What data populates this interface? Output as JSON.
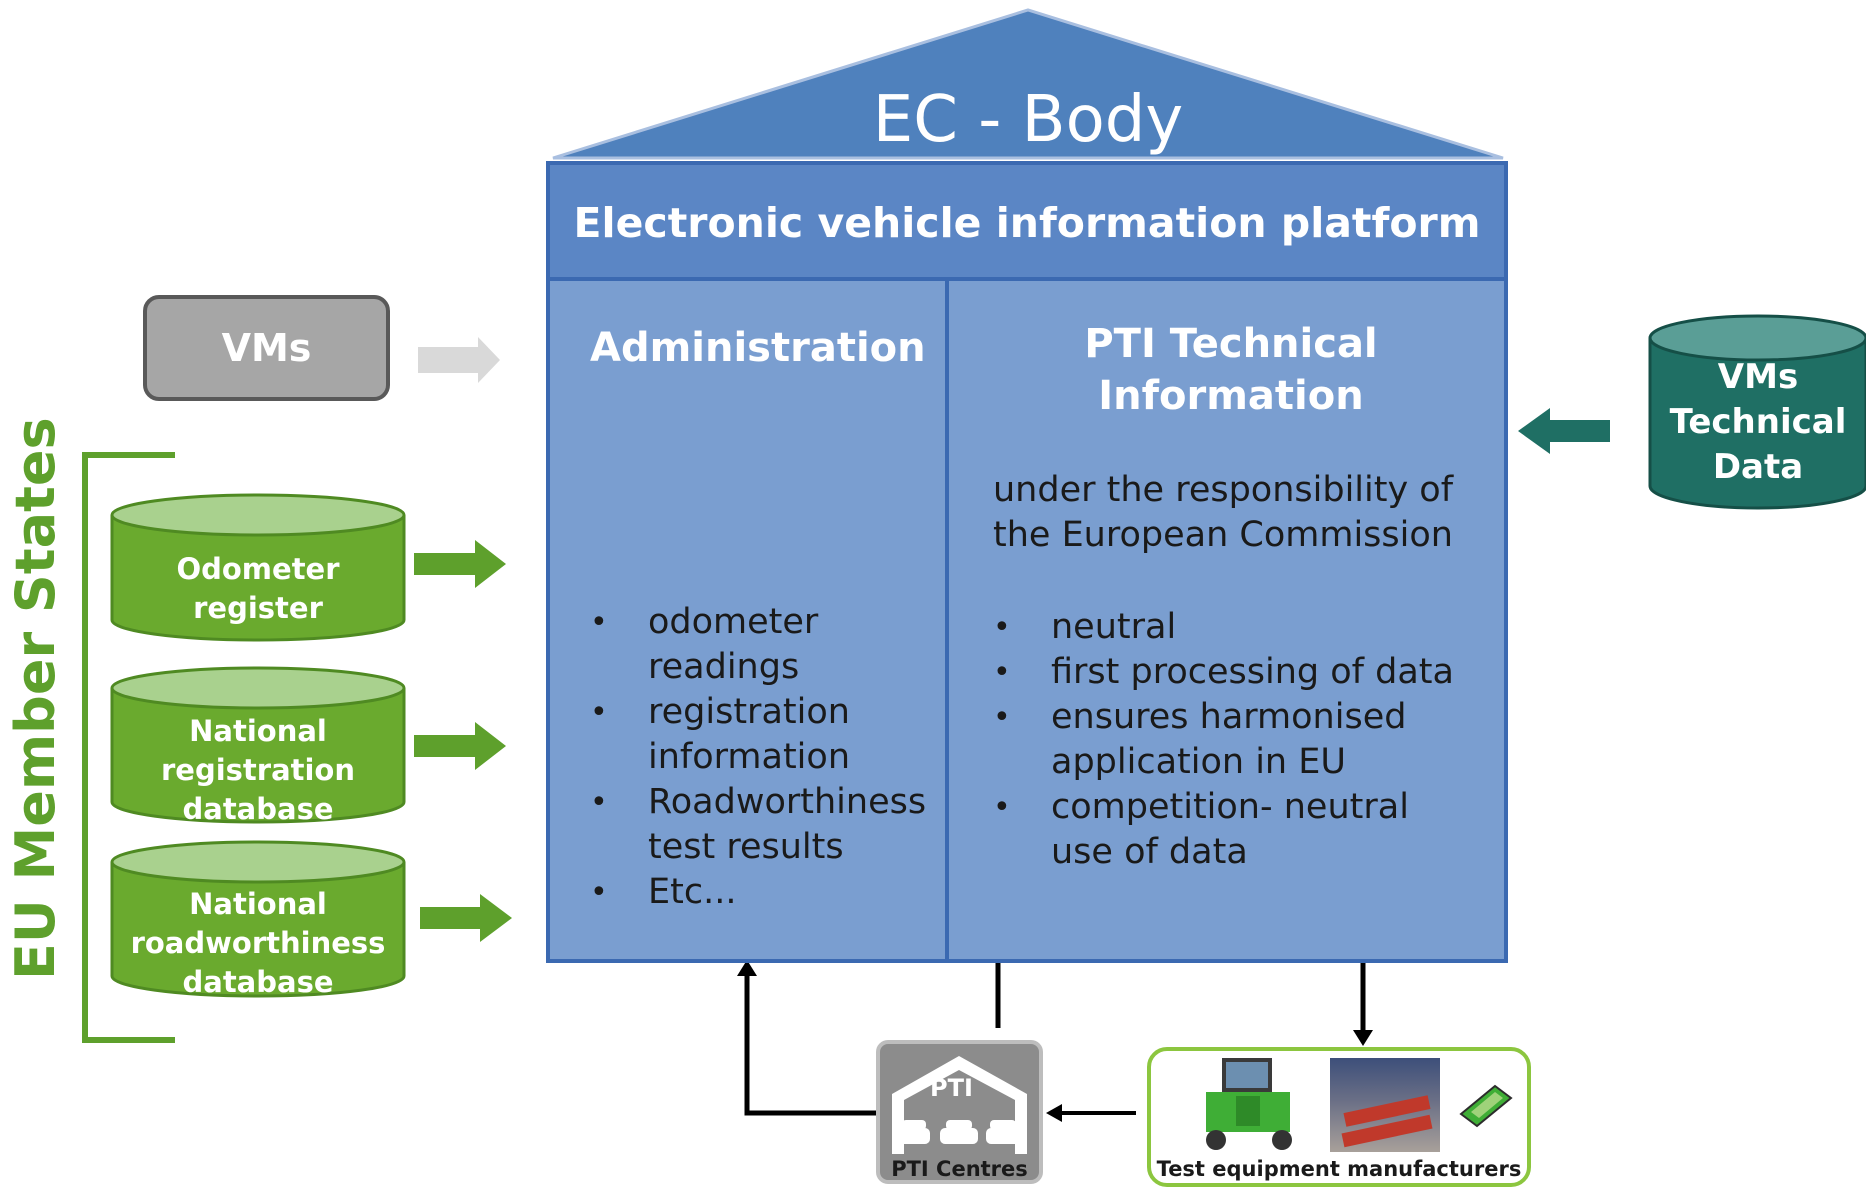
{
  "roof": {
    "title": "EC - Body"
  },
  "platform": {
    "title": "Electronic vehicle information platform",
    "administration": {
      "title": "Administration",
      "items": [
        "odometer readings",
        "registration information",
        "Roadworthiness test results",
        "Etc..."
      ]
    },
    "pti_technical": {
      "title_line1": "PTI Technical",
      "title_line2": "Information",
      "description": "under the responsibility of the European Commission",
      "items": [
        "neutral",
        "first processing of data",
        "ensures harmonised application in EU",
        "competition- neutral use of data"
      ]
    }
  },
  "vms": {
    "label": "VMs"
  },
  "eu_member_states": {
    "label": "EU Member States",
    "databases": [
      {
        "line1": "Odometer",
        "line2": "register",
        "line3": ""
      },
      {
        "line1": "National",
        "line2": "registration",
        "line3": "database"
      },
      {
        "line1": "National",
        "line2": "roadworthiness",
        "line3": "database"
      }
    ]
  },
  "vms_technical_data": {
    "line1": "VMs",
    "line2": "Technical",
    "line3": "Data"
  },
  "pti_centres": {
    "mark": "PTI",
    "label": "PTI Centres"
  },
  "test_equipment": {
    "label": "Test equipment manufacturers"
  },
  "colors": {
    "roof": "#4f81bd",
    "platform_fill": "#7a9ed0",
    "platform_header": "#5b86c5",
    "platform_border": "#3b69b1",
    "eu_green": "#5ea02c",
    "cylinder_green": "#6aaa2e",
    "cylinder_top": "#a9d18e",
    "teal": "#1f6f64",
    "vms_grey": "#a6a6a6"
  }
}
